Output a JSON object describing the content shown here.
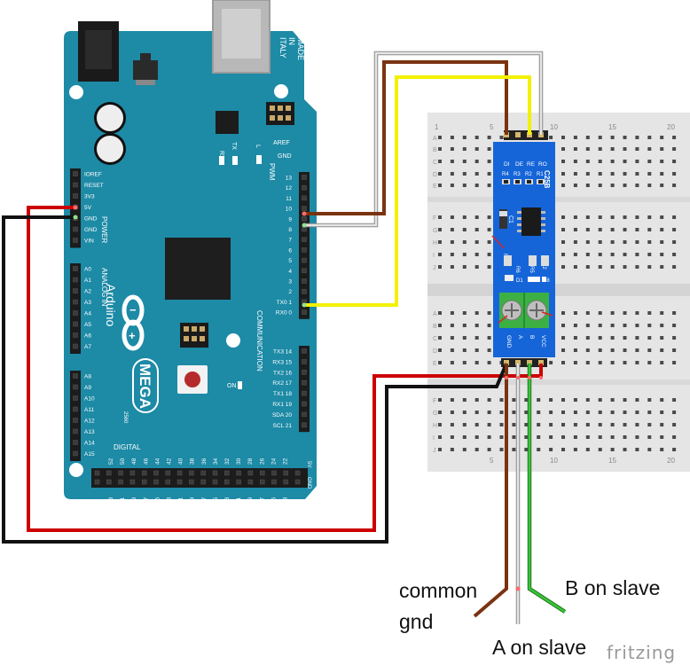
{
  "board": {
    "made_in": [
      "MADE",
      "IN",
      "ITALY"
    ],
    "brand": "Arduino",
    "model": "MEGA",
    "model_sub": "2560",
    "aref": "AREF",
    "gnd": "GND",
    "l": "L",
    "tx": "TX",
    "rx": "RX",
    "on": "ON",
    "pwm": "PWM",
    "power": "POWER",
    "analog_in": "ANALOG IN",
    "communication": "COMMUNICATION",
    "digital": "DIGITAL",
    "power_pins": [
      "IOREF",
      "RESET",
      "3V3",
      "5V",
      "GND",
      "GND",
      "VIN"
    ],
    "analog_pins_a": [
      "A0",
      "A1",
      "A2",
      "A3",
      "A4",
      "A5",
      "A6",
      "A7"
    ],
    "analog_pins_b": [
      "A8",
      "A9",
      "A10",
      "A11",
      "A12",
      "A13",
      "A14",
      "A15"
    ],
    "pwm_pins": [
      "13",
      "12",
      "11",
      "10",
      "9",
      "8",
      "7",
      "6",
      "5",
      "4",
      "3",
      "2",
      "TX0 1",
      "RX0 0"
    ],
    "comm_pins": [
      "TX3 14",
      "RX3 15",
      "TX2 16",
      "RX2 17",
      "TX1 18",
      "RX1 19",
      "SDA 20",
      "SCL 21"
    ],
    "digital_pins": [
      "52",
      "50",
      "48",
      "46",
      "44",
      "42",
      "40",
      "38",
      "36",
      "34",
      "32",
      "30",
      "28",
      "26",
      "24",
      "22"
    ],
    "bottom_pins": [
      "53",
      "51",
      "49",
      "47",
      "45",
      "43",
      "41",
      "39",
      "37",
      "35",
      "33",
      "31",
      "29",
      "27",
      "25",
      "23"
    ],
    "right_header": [
      "5V",
      "GND"
    ]
  },
  "breadboard": {
    "columns": [
      "1",
      "5",
      "10",
      "15",
      "20"
    ],
    "rows": [
      "A",
      "B",
      "C",
      "D",
      "E",
      "F",
      "G",
      "H",
      "I",
      "J"
    ]
  },
  "module": {
    "chip_label": "C25B",
    "top_pins": [
      "DI",
      "DE",
      "RE",
      "RO"
    ],
    "resistors_top": [
      "R4",
      "R3",
      "R2",
      "R1"
    ],
    "bottom_pins": [
      "GND",
      "A",
      "B",
      "VCC"
    ],
    "caps": [
      "C1"
    ],
    "misc": [
      "R7",
      "R6",
      "D1",
      "R5",
      "C2",
      "R8"
    ]
  },
  "colors": {
    "board": "#1d8aa6",
    "wire_red": "#cc0000",
    "wire_black": "#111111",
    "wire_brown": "#7a3311",
    "wire_white": "#e6e6e6",
    "wire_yellow": "#f3f000",
    "wire_green": "#3ac43a",
    "module": "#1565d8",
    "terminal": "#3cb043"
  },
  "labels": {
    "common_gnd_line1": "common",
    "common_gnd_line2": "gnd",
    "a_on_slave": "A on slave",
    "b_on_slave": "B on slave",
    "fritzing": "fritzing"
  }
}
